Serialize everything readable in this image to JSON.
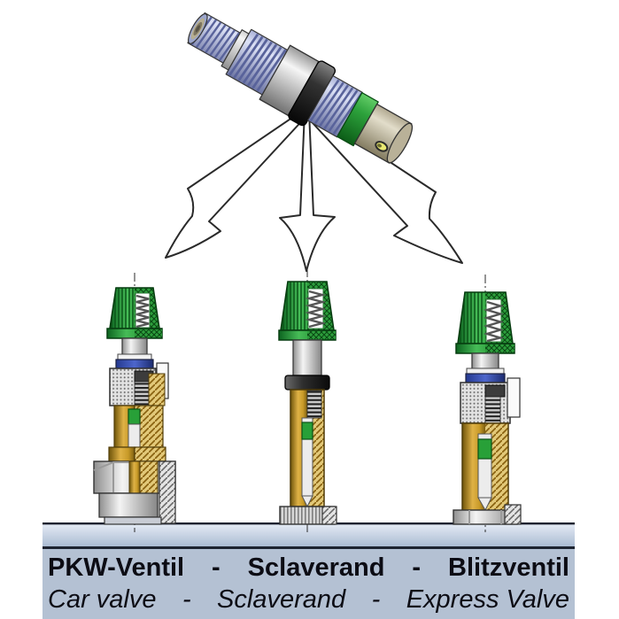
{
  "footer": {
    "german": [
      "PKW-Ventil",
      "-",
      "Sclaverand",
      "-",
      "Blitzventil"
    ],
    "english": [
      "Car valve",
      "-",
      "Sclaverand",
      "-",
      "Express Valve"
    ]
  },
  "illustration": {
    "adapter": "pump-valve-adapter-3d",
    "arrows": [
      "arrow-to-car-valve",
      "arrow-to-sclaverand-valve",
      "arrow-to-express-valve"
    ],
    "valves": [
      "car-valve-cross-section",
      "sclaverand-valve-cross-section",
      "express-valve-cross-section"
    ]
  },
  "colors": {
    "cap_green": "#2d9e3c",
    "band_green": "#28a038",
    "brass": "#d8ab38",
    "steel": "#e8e8e8",
    "seal_blue": "#3a50c0",
    "rubber_black": "#1c1c1c",
    "surface_blue": "#b4c1d3",
    "background": "#ffffff",
    "text": "#0c0c14"
  }
}
